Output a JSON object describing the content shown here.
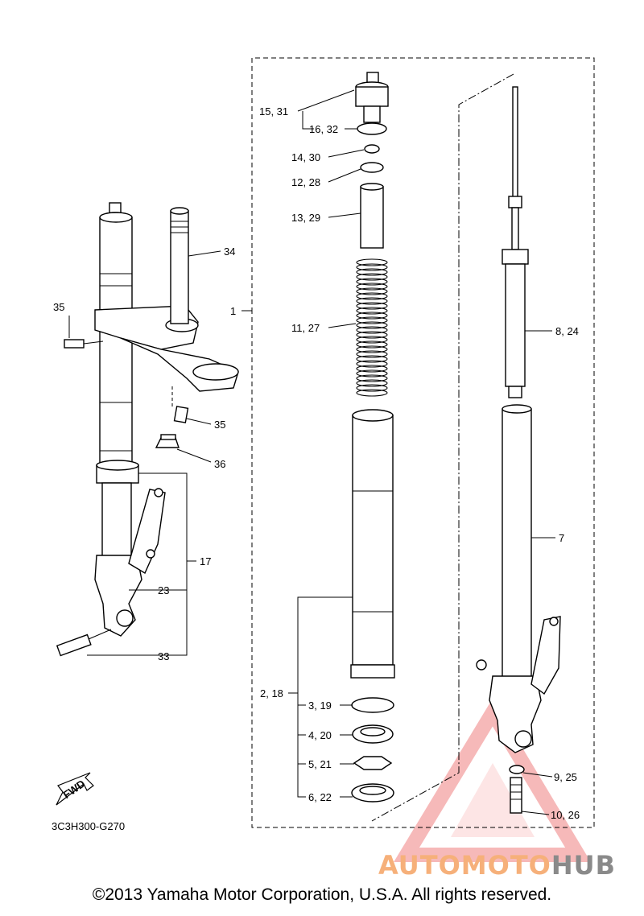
{
  "diagram_code": "3C3H300-G270",
  "copyright": "©2013 Yamaha Motor Corporation, U.S.A. All rights reserved.",
  "fwd_label": "FWD",
  "watermark": {
    "part1": "AUTOMOTO",
    "part2": "HUB"
  },
  "callouts": {
    "c1": "1",
    "c15_31": "15, 31",
    "c16_32": "16, 32",
    "c14_30": "14, 30",
    "c12_28": "12, 28",
    "c13_29": "13, 29",
    "c11_27": "11, 27",
    "c8_24": "8, 24",
    "c7": "7",
    "c2_18": "2, 18",
    "c3_19": "3, 19",
    "c4_20": "4, 20",
    "c5_21": "5, 21",
    "c6_22": "6, 22",
    "c9_25": "9, 25",
    "c10_26": "10, 26",
    "c34": "34",
    "c35a": "35",
    "c35b": "35",
    "c36": "36",
    "c17": "17",
    "c23": "23",
    "c33": "33"
  },
  "colors": {
    "watermark_red": "#f08080",
    "watermark_orange": "#f6b07a",
    "watermark_grey": "#8a8a8a"
  }
}
